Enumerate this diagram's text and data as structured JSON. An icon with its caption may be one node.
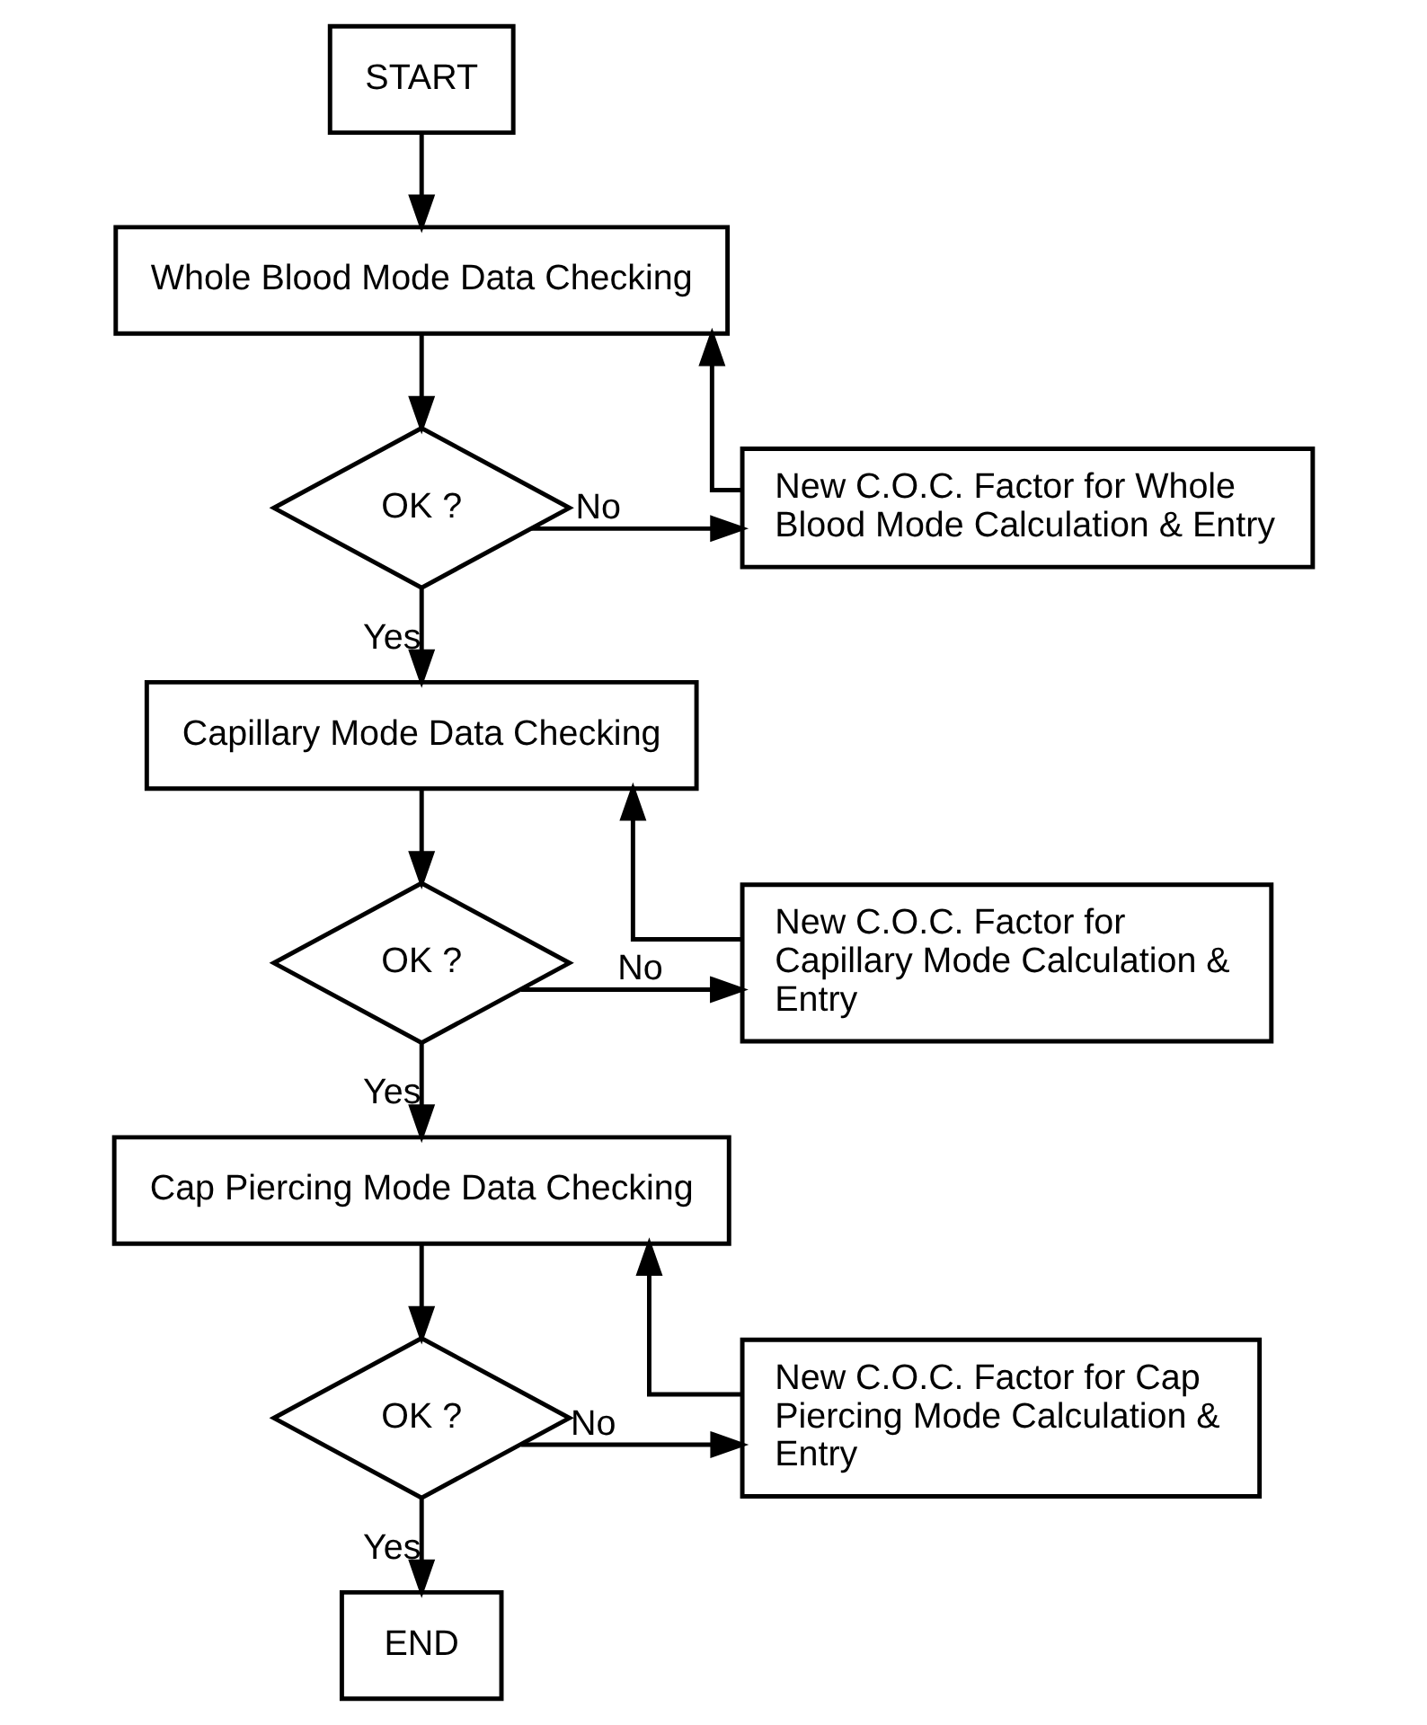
{
  "diagram": {
    "nodes": [
      {
        "text": [
          "START"
        ]
      },
      {
        "text": [
          "Whole Blood Mode Data Checking"
        ]
      },
      {
        "text": [
          "OK ?"
        ]
      },
      {
        "text": [
          "New C.O.C. Factor for Whole Blood Mode Calculation & Entry"
        ]
      },
      {
        "text": [
          "Capillary Mode Data Checking"
        ]
      },
      {
        "text": [
          "OK ?"
        ]
      },
      {
        "text": [
          "New C.O.C. Factor for Capillary Mode Calculation & Entry"
        ]
      },
      {
        "text": [
          "Cap Piercing Mode Data Checking"
        ]
      },
      {
        "text": [
          "OK ?"
        ]
      },
      {
        "text": [
          "New C.O.C. Factor for Cap Piercing Mode Calculation & Entry"
        ]
      },
      {
        "text": [
          "END"
        ]
      }
    ],
    "edges": [
      {
        "from": 0,
        "to": 1,
        "arrow": "to"
      },
      {
        "from": 1,
        "to": 2,
        "arrow": "to"
      },
      {
        "from": 2,
        "to": 3,
        "arrow": "to",
        "label": "No"
      },
      {
        "from": 3,
        "to": 1,
        "arrow": "to"
      },
      {
        "from": 2,
        "to": 4,
        "arrow": "to",
        "label": "Yes"
      },
      {
        "from": 4,
        "to": 5,
        "arrow": "to"
      },
      {
        "from": 5,
        "to": 6,
        "arrow": "to",
        "label": "No"
      },
      {
        "from": 6,
        "to": 4,
        "arrow": "to"
      },
      {
        "from": 5,
        "to": 7,
        "arrow": "to",
        "label": "Yes"
      },
      {
        "from": 7,
        "to": 8,
        "arrow": "to"
      },
      {
        "from": 8,
        "to": 9,
        "arrow": "to",
        "label": "No"
      },
      {
        "from": 9,
        "to": 7,
        "arrow": "to"
      },
      {
        "from": 8,
        "to": 10,
        "arrow": "to",
        "label": "Yes"
      }
    ]
  }
}
